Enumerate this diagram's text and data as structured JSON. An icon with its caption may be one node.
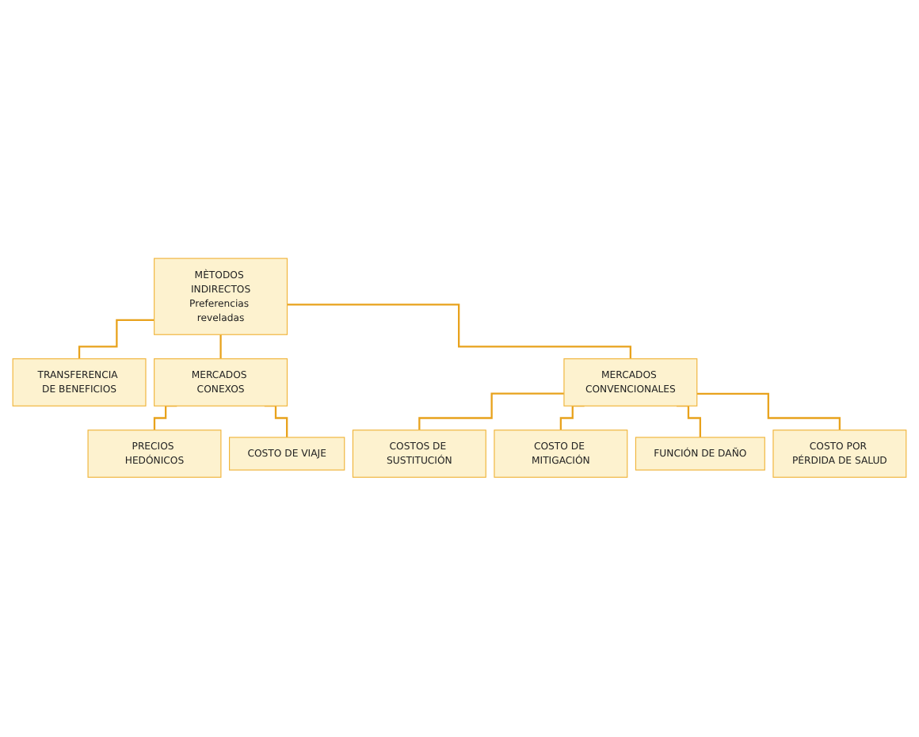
{
  "diagram": {
    "nodes": [
      {
        "text": [
          "MÈTODOS INDIRECTOS",
          "Preferencias reveladas"
        ]
      },
      {
        "text": [
          "TRANSFERENCIA DE BENEFICIOS"
        ]
      },
      {
        "text": [
          "MERCADOS CONEXOS"
        ]
      },
      {
        "text": [
          "MERCADOS CONVENCIONALES"
        ]
      },
      {
        "text": [
          "PRECIOS HEDÓNICOS"
        ]
      },
      {
        "text": [
          "COSTO DE VIAJE"
        ]
      },
      {
        "text": [
          "COSTOS DE SUSTITUCIÓN"
        ]
      },
      {
        "text": [
          "COSTO DE MITIGACIÓN"
        ]
      },
      {
        "text": [
          "FUNCIÓN DE DAÑO"
        ]
      },
      {
        "text": [
          "COSTO POR PÉRDIDA DE SALUD"
        ]
      }
    ],
    "edges": [
      {
        "from": 0,
        "to": 1,
        "arrow": "none"
      },
      {
        "from": 0,
        "to": 2,
        "arrow": "none"
      },
      {
        "from": 0,
        "to": 3,
        "arrow": "none"
      },
      {
        "from": 2,
        "to": 4,
        "arrow": "none"
      },
      {
        "from": 2,
        "to": 5,
        "arrow": "none"
      },
      {
        "from": 3,
        "to": 6,
        "arrow": "none"
      },
      {
        "from": 3,
        "to": 7,
        "arrow": "none"
      },
      {
        "from": 3,
        "to": 8,
        "arrow": "none"
      },
      {
        "from": 3,
        "to": 9,
        "arrow": "none"
      }
    ]
  }
}
